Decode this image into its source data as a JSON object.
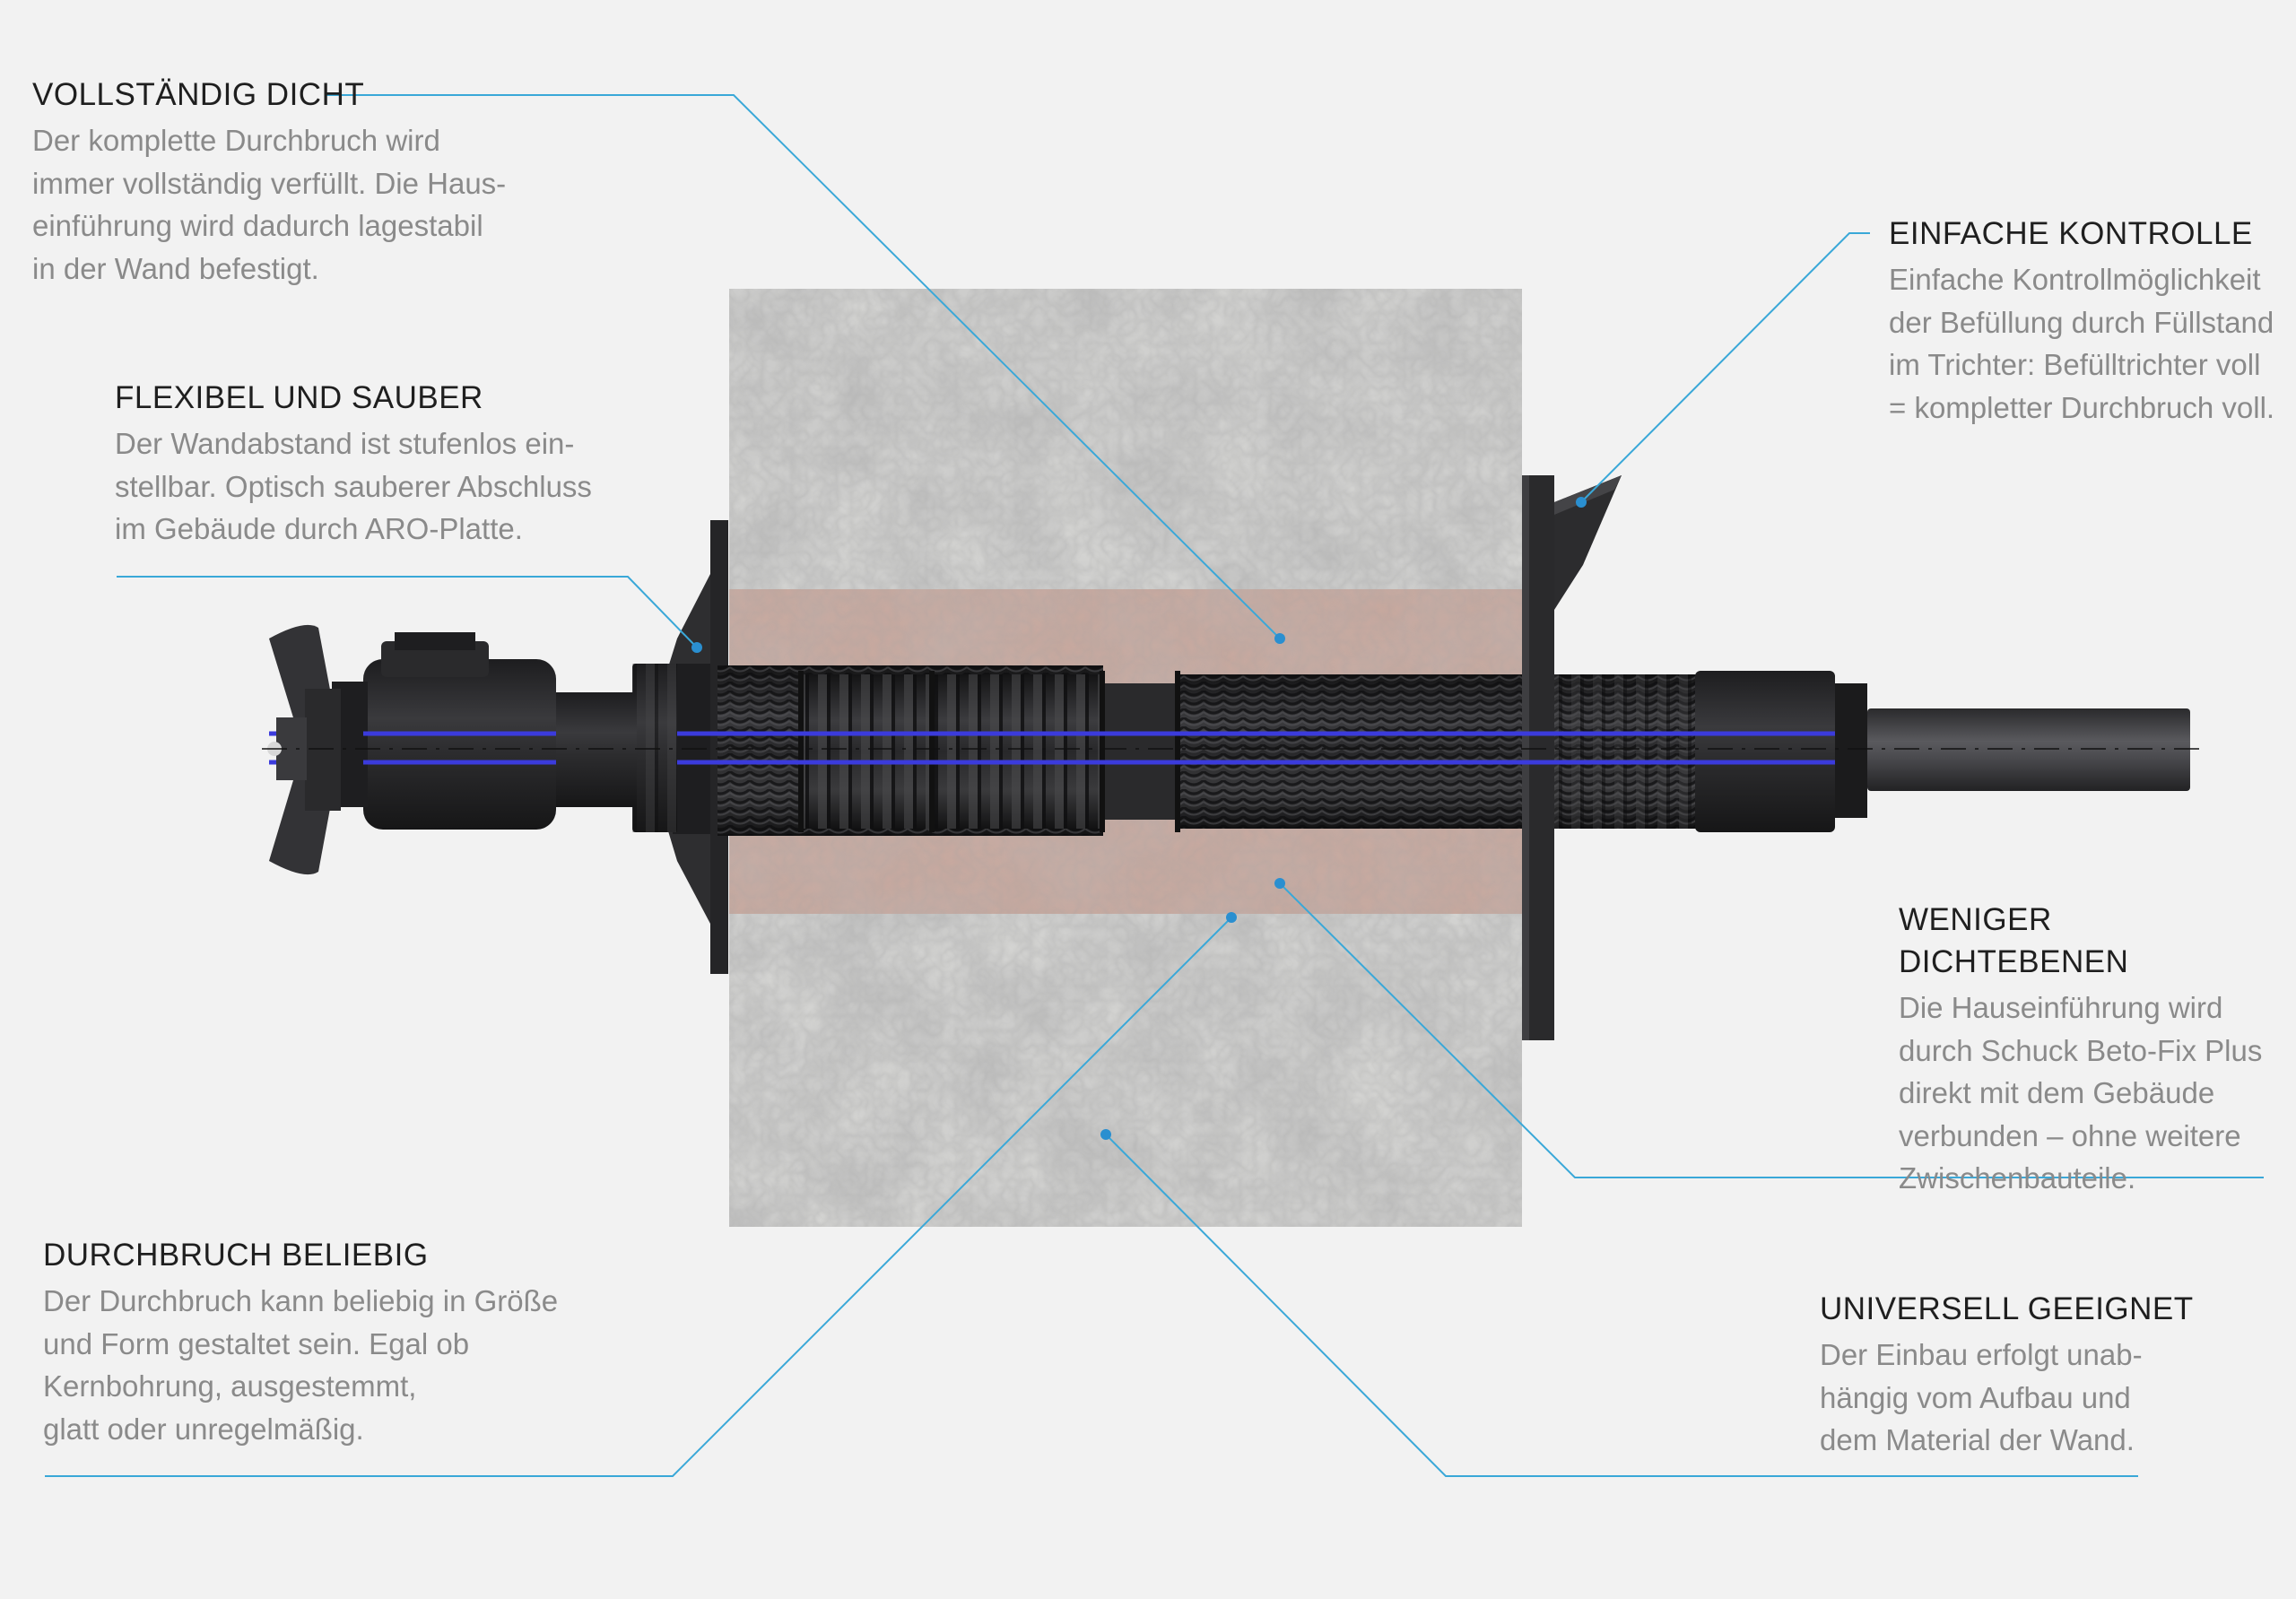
{
  "callouts": {
    "vollstaendig_dicht": {
      "title": "VOLLSTÄNDIG DICHT",
      "text": "Der komplette Durchbruch wird\nimmer vollständig verfüllt. Die Haus-\neinführung wird dadurch lagestabil\nin der Wand befestigt."
    },
    "flexibel_sauber": {
      "title": "FLEXIBEL UND SAUBER",
      "text": "Der Wandabstand ist stufenlos ein-\nstellbar. Optisch sauberer Abschluss\nim Gebäude durch ARO-Platte."
    },
    "einfache_kontrolle": {
      "title": "EINFACHE KONTROLLE",
      "text": "Einfache Kontrollmöglichkeit\nder Befüllung durch Füllstand\nim Trichter: Befülltrichter voll\n= kompletter Durchbruch voll."
    },
    "weniger_dichtebenen": {
      "title": "WENIGER DICHTEBENEN",
      "text": "Die Hauseinführung wird\ndurch Schuck Beto-Fix Plus\ndirekt mit dem Gebäude\nverbunden – ohne weitere\nZwischenbauteile."
    },
    "durchbruch_beliebig": {
      "title": "DURCHBRUCH BELIEBIG",
      "text": "Der Durchbruch kann beliebig in Größe\nund Form gestaltet sein. Egal ob\nKernbohrung, ausgestemmt,\nglatt oder unregelmäßig."
    },
    "universell_geeignet": {
      "title": "UNIVERSELL GEEIGNET",
      "text": "Der Einbau erfolgt unab-\nhängig vom Aufbau und\ndem Material der Wand."
    }
  },
  "colors": {
    "background": "#f2f2f2",
    "leader_line": "#3aa8d8",
    "marker_dot": "#2a8fd0",
    "concrete": "#d2d2d0",
    "filling": "#c9aaa0",
    "pipe_dark": "#2b2b2d",
    "pipe_blue": "#3a3ad8"
  },
  "icons": {
    "wall": "concrete-wall",
    "pipe": "house-entry-pipe",
    "funnel": "fill-funnel",
    "wing_nut": "wing-nut-icon"
  }
}
